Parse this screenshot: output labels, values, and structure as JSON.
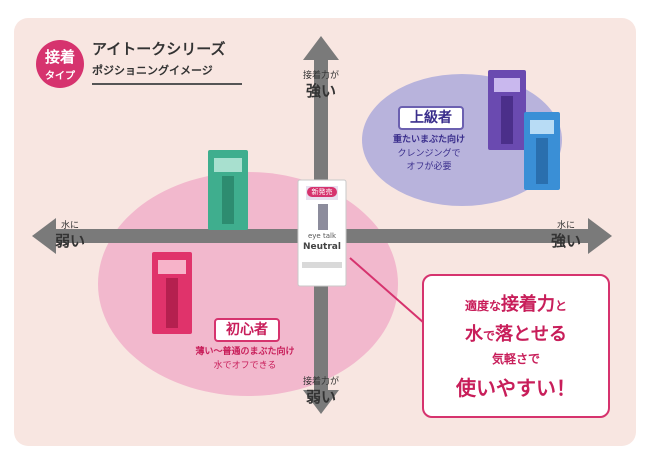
{
  "badge": {
    "line1": "接着",
    "line2": "タイプ"
  },
  "title": {
    "main": "アイトークシリーズ",
    "sub": "ポジショニングイメージ"
  },
  "axes": {
    "top": {
      "small": "接着力が",
      "big": "強い"
    },
    "bottom": {
      "small": "接着力が",
      "big": "弱い"
    },
    "left": {
      "small": "水に",
      "big": "弱い"
    },
    "right": {
      "small": "水に",
      "big": "強い"
    }
  },
  "advanced": {
    "label": "上級者",
    "desc1": "重たいまぶた向け",
    "desc2": "クレンジングで",
    "desc3": "オフが必要"
  },
  "beginner": {
    "label": "初心者",
    "desc1": "薄い〜普通のまぶた向け",
    "desc2": "水でオフできる"
  },
  "callout": {
    "l1_a": "適度な",
    "l1_b": "接着力",
    "l1_c": "と",
    "l2_a": "水",
    "l2_b": "で",
    "l2_c": "落とせる",
    "l3": "気軽さで",
    "l4": "使いやすい！"
  },
  "product": {
    "brand": "eye talk",
    "name": "Neutral",
    "tag": "新発売"
  },
  "colors": {
    "accent": "#d6336e",
    "advanced": "#b8b3dc",
    "beginner": "#f2b8cd",
    "arrow": "#7a7a7a"
  },
  "icons": [
    "arrow-up-icon",
    "arrow-down-icon",
    "arrow-left-icon",
    "arrow-right-icon"
  ]
}
